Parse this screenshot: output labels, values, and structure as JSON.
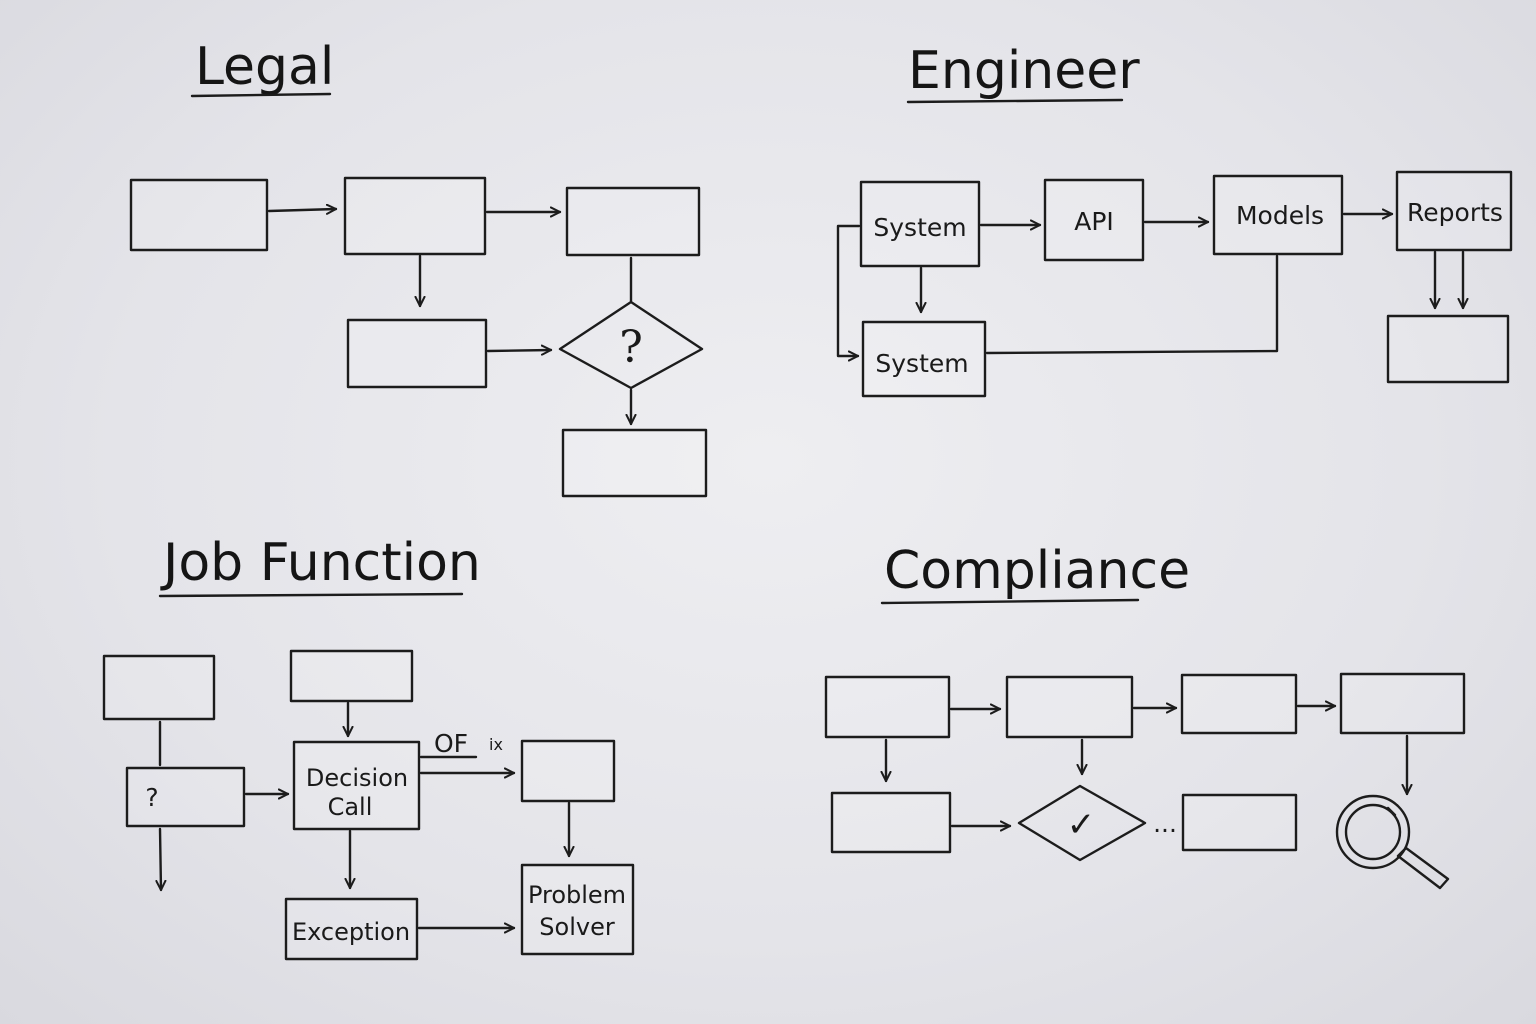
{
  "sections": {
    "legal": {
      "title": "Legal",
      "decision_symbol": "?"
    },
    "engineer": {
      "title": "Engineer",
      "nodes": {
        "system_a": "System",
        "api": "API",
        "models": "Models",
        "reports": "Reports",
        "system_b": "System"
      }
    },
    "job_function": {
      "title": "Job Function",
      "nodes": {
        "unknown": "?",
        "decision_line1": "Decision",
        "decision_line2": "Call",
        "exception": "Exception",
        "problem_line1": "Problem",
        "problem_line2": "Solver"
      },
      "arrow_note": "OF",
      "arrow_note_small": "ix"
    },
    "compliance": {
      "title": "Compliance",
      "ellipsis": "...",
      "check_symbol": "✓",
      "search_icon": "magnifying-glass-icon"
    }
  },
  "colors": {
    "ink": "#1c1c1c",
    "paper": "#e7e7eb"
  }
}
